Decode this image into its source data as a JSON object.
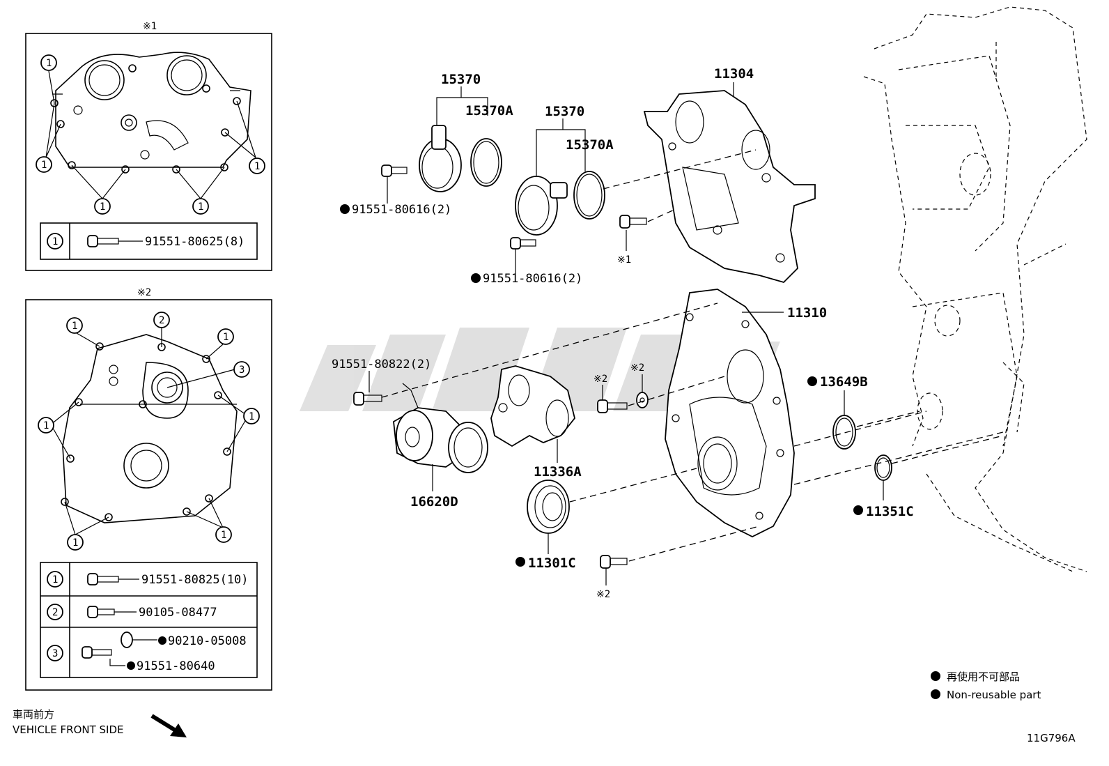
{
  "inset1": {
    "title": "※1",
    "callout": "1",
    "legend": [
      {
        "num": "1",
        "part": "91551-80625(8)"
      }
    ]
  },
  "inset2": {
    "title": "※2",
    "callouts": {
      "one": "1",
      "two": "2",
      "three": "3"
    },
    "legend": [
      {
        "num": "1",
        "part": "91551-80825(10)"
      },
      {
        "num": "2",
        "part": "90105-08477"
      },
      {
        "num": "3",
        "part_washer": "90210-05008",
        "part_bolt": "91551-80640"
      }
    ]
  },
  "parts": {
    "p15370_a": "15370",
    "p15370a_a": "15370A",
    "p15370_b": "15370",
    "p15370a_b": "15370A",
    "p11304": "11304",
    "p91551_80616_a": "91551-80616(2)",
    "p91551_80616_b": "91551-80616(2)",
    "mark1": "※1",
    "p11310": "11310",
    "p91551_80822": "91551-80822(2)",
    "mark2_a": "※2",
    "mark2_b": "※2",
    "mark2_c": "※2",
    "p13649b": "13649B",
    "p11336a": "11336A",
    "p16620d": "16620D",
    "p11351c": "11351C",
    "p11301c": "11301C"
  },
  "legend": {
    "jp": "再使用不可部品",
    "en": "Non-reusable part"
  },
  "orientation": {
    "jp": "車両前方",
    "en": "VEHICLE FRONT SIDE"
  },
  "diagram_code": "11G796A",
  "watermark_color": "#c8c8c8"
}
